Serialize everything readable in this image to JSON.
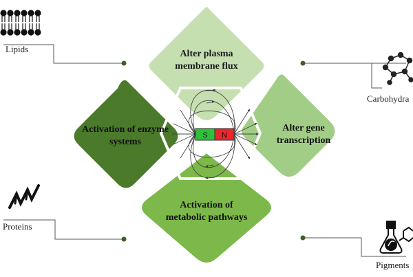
{
  "petals": {
    "top": "Alter plasma membrane flux",
    "left": "Activation of enzyme systems",
    "right": "Alter gene transcription",
    "bottom": "Activation of metabolic pathways"
  },
  "magnet": {
    "south": "S",
    "north": "N"
  },
  "corners": {
    "lipids": "Lipids",
    "carbohydrates": "Carbohydra",
    "proteins": "Proteins",
    "pigments": "Pigments"
  },
  "colors": {
    "top": "#c5dfb0",
    "left": "#4a7a2a",
    "right": "#a2cd86",
    "bottom": "#7cb84a",
    "leader": "#3d5e25"
  }
}
